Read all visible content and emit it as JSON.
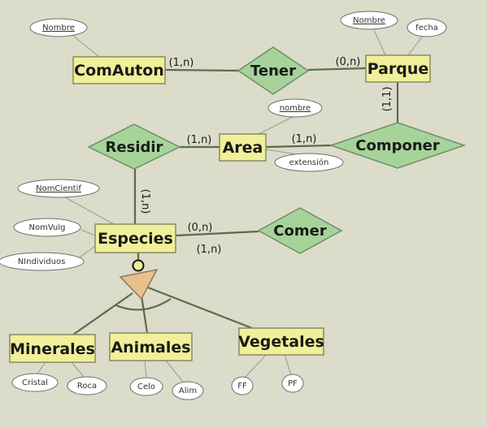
{
  "entities": {
    "comauton": "ComAuton",
    "parque": "Parque",
    "area": "Area",
    "especies": "Especies",
    "minerales": "Minerales",
    "animales": "Animales",
    "vegetales": "Vegetales"
  },
  "relations": {
    "tener": "Tener",
    "residir": "Residir",
    "componer": "Componer",
    "comer": "Comer"
  },
  "attributes": {
    "comauton_nombre": "Nombre",
    "parque_nombre": "Nombre",
    "parque_fecha": "fecha",
    "area_nombre": "nombre",
    "area_extension": "extensión",
    "especies_nomcientif": "NomCientif",
    "especies_nomvulg": "NomVulg",
    "especies_nindividuos": "NIndividuos",
    "minerales_cristal": "Cristal",
    "minerales_roca": "Roca",
    "animales_celo": "Celo",
    "animales_alim": "Alim",
    "vegetales_ff": "FF",
    "vegetales_pf": "PF"
  },
  "cardinalities": {
    "comauton_tener": "(1,n)",
    "tener_parque": "(0,n)",
    "parque_componer": "(1,1)",
    "area_componer": "(1,n)",
    "residir_area": "(1,n)",
    "residir_especies": "(1,n)",
    "especies_comer_top": "(0,n)",
    "especies_comer_bottom": "(1,n)"
  },
  "colors": {
    "background": "#dcdccb",
    "entity_fill": "#f0f09a",
    "relation_fill": "#a6d39a",
    "isa_fill": "#e8c08c",
    "line": "#5a6b4d"
  }
}
